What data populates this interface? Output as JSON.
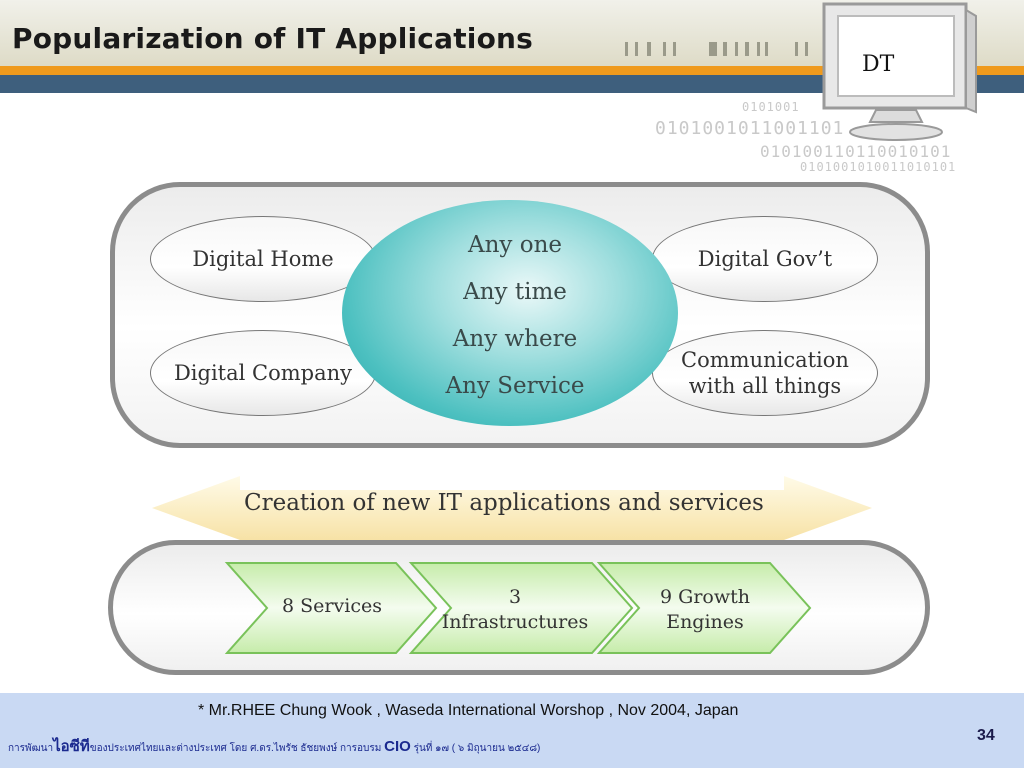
{
  "title": "Popularization of IT Applications",
  "badge_label": "DT",
  "binary_text": {
    "line1": "0101001",
    "line2": "0101001011001101",
    "line3": "010100110110010101",
    "line4": "0101001010011010101"
  },
  "domains": {
    "digital_home": "Digital Home",
    "digital_gov": "Digital Gov’t",
    "digital_company": "Digital Company",
    "communication_line1": "Communication",
    "communication_line2": "with all things"
  },
  "center": {
    "line1": "Any one",
    "line2": "Any time",
    "line3": "Any where",
    "line4": "Any Service"
  },
  "creation_label": "Creation of new IT applications and services",
  "chevrons": [
    {
      "line1": "8 Services",
      "line2": ""
    },
    {
      "line1": "3",
      "line2": "Infrastructures"
    },
    {
      "line1": "9 Growth",
      "line2": "Engines"
    }
  ],
  "footer": {
    "citation": "* Mr.RHEE Chung Wook , Waseda International Worshop , Nov 2004, Japan",
    "thai_prefix": "การพัฒนา",
    "thai_highlight": "ไอซีที",
    "thai_mid": "ของประเทศไทยและต่างประเทศ  โดย ศ.ดร.ไพรัช ธัชยพงษ์  การอบรม ",
    "cio": "CIO",
    "thai_suffix": " รุ่นที่ ๑๗ ( ๖ มิถุนายน ๒๕๔๘)",
    "page_number": "34"
  },
  "colors": {
    "accent_orange": "#ef9a1d",
    "header_blue": "#3e5f7d",
    "center_teal": "#3fb8b8",
    "chevron_green": "#d9f4c7",
    "footer_blue": "#c9d9f3"
  }
}
